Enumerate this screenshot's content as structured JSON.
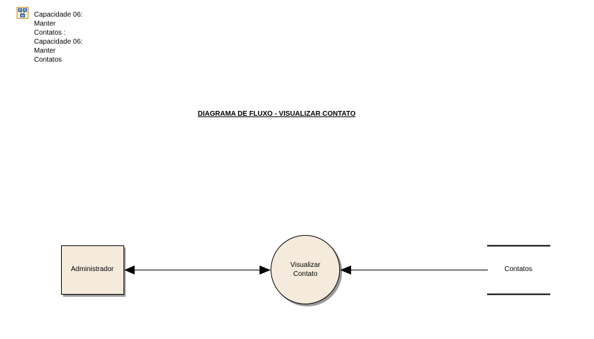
{
  "header": {
    "icon": "diagram-icon",
    "lines": [
      "Capacidade 06:",
      "Manter",
      "Contatos :",
      "Capacidade 06:",
      "Manter",
      "Contatos"
    ]
  },
  "diagram": {
    "title": "DIAGRAMA DE FLUXO - VISUALIZAR CONTATO",
    "external_entity": "Administrador",
    "process": {
      "line1": "Visualizar",
      "line2": "Contato"
    },
    "data_store": "Contatos"
  },
  "colors": {
    "shape_fill": "#f5ebdc",
    "shape_stroke": "#000000",
    "shadow": "#9a9a9a",
    "connector": "#000000"
  }
}
